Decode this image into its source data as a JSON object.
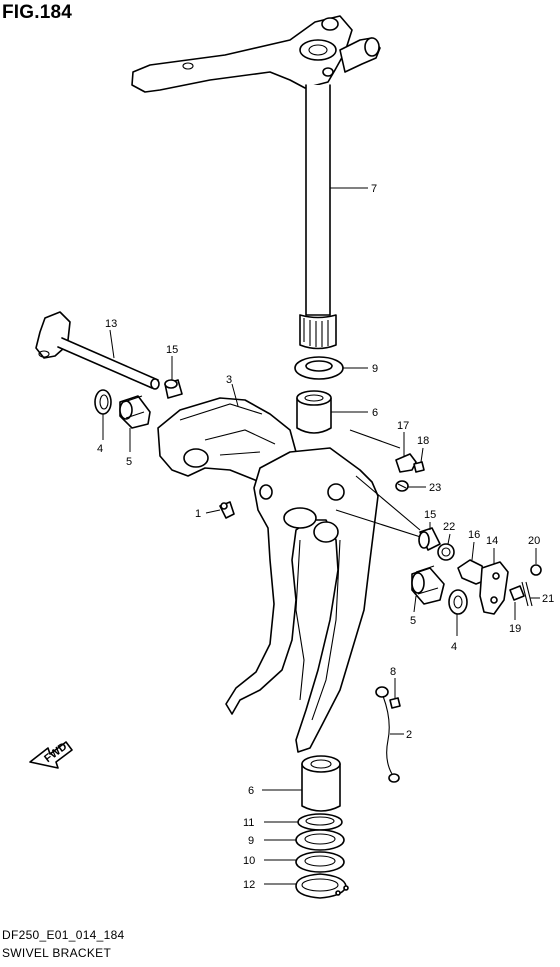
{
  "figure": {
    "title": "FIG.184",
    "code": "DF250_E01_014_184",
    "name": "SWIVEL BRACKET"
  },
  "fwd_label": "FWD",
  "callouts": {
    "c1": "1",
    "c2": "2",
    "c3": "3",
    "c4a": "4",
    "c4b": "4",
    "c5a": "5",
    "c5b": "5",
    "c6a": "6",
    "c6b": "6",
    "c7": "7",
    "c8": "8",
    "c9a": "9",
    "c9b": "9",
    "c10": "10",
    "c11": "11",
    "c12": "12",
    "c13": "13",
    "c14": "14",
    "c15a": "15",
    "c15b": "15",
    "c16": "16",
    "c17": "17",
    "c18": "18",
    "c19": "19",
    "c20": "20",
    "c21": "21",
    "c22": "22",
    "c23": "23"
  },
  "colors": {
    "line": "#000000",
    "background": "#ffffff"
  }
}
